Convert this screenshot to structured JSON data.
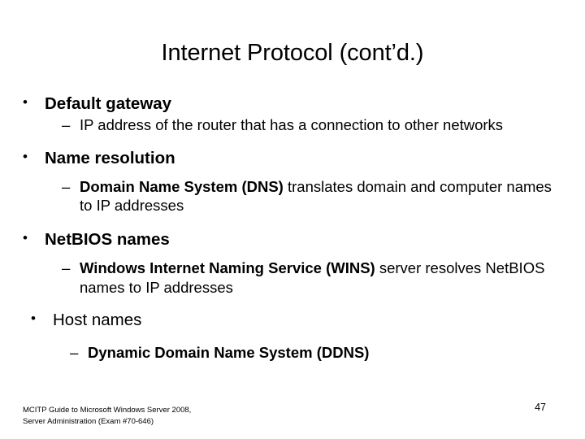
{
  "slide": {
    "title": "Internet Protocol (cont’d.)",
    "background_color": "#ffffff",
    "text_color": "#000000",
    "bullet_marker": "•",
    "dash_marker": "–",
    "groups": [
      {
        "heading": "Default gateway",
        "heading_bold": true,
        "sub": [
          {
            "bold_part": "",
            "plain_part": "IP address of the router that has a connection to other networks"
          }
        ]
      },
      {
        "heading": "Name resolution",
        "heading_bold": true,
        "sub": [
          {
            "bold_part": "Domain Name System (DNS)",
            "plain_part": " translates domain and computer names to IP addresses"
          }
        ]
      },
      {
        "heading": "NetBIOS names",
        "heading_bold": true,
        "sub": [
          {
            "bold_part": "Windows Internet Naming Service (WINS)",
            "plain_part": " server resolves NetBIOS names to IP addresses"
          }
        ]
      },
      {
        "heading": "Host names",
        "heading_bold": false,
        "sub": [
          {
            "bold_part": "Dynamic Domain Name System (DDNS)",
            "plain_part": ""
          }
        ]
      }
    ]
  },
  "footer": {
    "source_line_1": "MCITP Guide to Microsoft Windows Server 2008,",
    "source_line_2": "Server Administration (Exam #70-646)",
    "page_number": "47"
  }
}
